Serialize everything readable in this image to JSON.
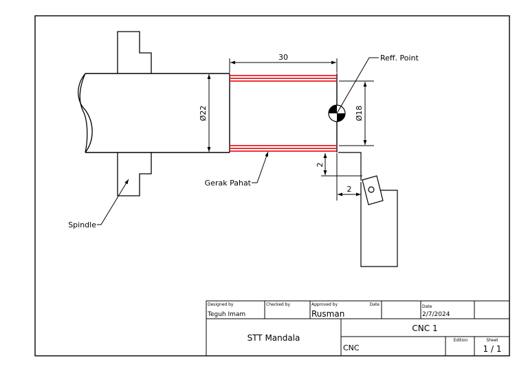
{
  "drawing": {
    "labels": {
      "dim_length": "30",
      "dim_outer_diameter": "Ø22",
      "dim_inner_diameter": "Ø18",
      "dim_radial_offset": "2",
      "dim_axial_offset": "2",
      "reff_point": "Reff. Point",
      "gerak_pahat": "Gerak Pahat",
      "spindle": "Spindle"
    }
  },
  "title_block": {
    "designed_by_label": "Designed by",
    "designed_by": "Teguh Imam",
    "checked_by_label": "Checked by",
    "checked_by": "",
    "approved_by_label": "Approved by",
    "approved_by": "Rusman",
    "date_label_1": "Date",
    "date_label_2": "Date",
    "date": "2/7/2024",
    "company": "STT Mandala",
    "title": "CNC 1",
    "subtitle": "CNC",
    "edition_label": "Edition",
    "edition": "",
    "sheet_label": "Sheet",
    "sheet": "1 / 1"
  },
  "colors": {
    "line": "#000000",
    "toolpath": "#e8151b"
  }
}
